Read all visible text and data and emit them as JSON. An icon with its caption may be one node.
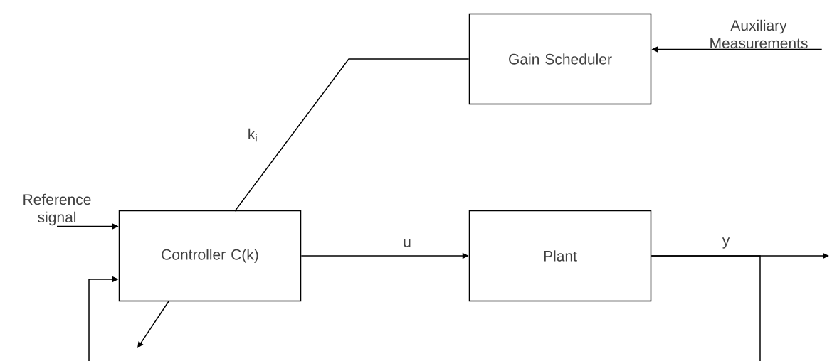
{
  "diagram": {
    "nodes": [
      {
        "text": [
          "Gain Scheduler"
        ]
      },
      {
        "text": [
          "Controller C(k)"
        ]
      },
      {
        "text": [
          "Plant"
        ]
      },
      {
        "text": [
          "Auxiliary Measurements"
        ]
      },
      {
        "text": [
          "Reference signal"
        ]
      }
    ],
    "edges": [
      {
        "from": 3,
        "to": 0,
        "arrow": "to"
      },
      {
        "from": 0,
        "to": 1,
        "arrow": "none",
        "label": "k$_{i}$"
      },
      {
        "from": 4,
        "to": 1,
        "arrow": "to"
      },
      {
        "from": 1,
        "to": 2,
        "arrow": "to",
        "label": "u"
      },
      {
        "from": 2,
        "to": null,
        "arrow": "to",
        "label": "y"
      },
      {
        "from": 2,
        "to": null,
        "arrow": "none"
      },
      {
        "from": null,
        "to": 1,
        "arrow": "to"
      }
    ]
  }
}
